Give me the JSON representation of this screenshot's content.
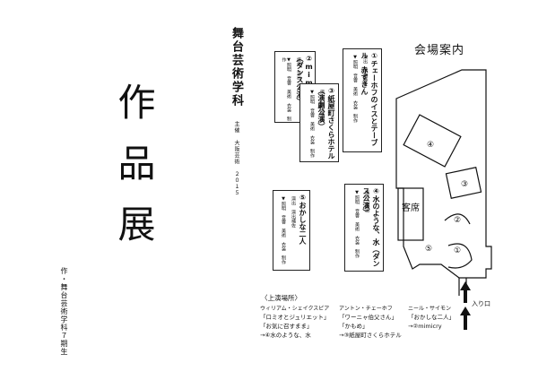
{
  "cover": {
    "title": "作品展",
    "author": "作・舞台芸術学科７期生"
  },
  "program": {
    "dept": "舞台芸術学科",
    "subtitle": "主催　大阪芸術　２０１５",
    "boxes": [
      {
        "title": "①チェーホフのイスとテーブル　赤ずきん",
        "crew": "演出　演出補佐",
        "note": "▼照明　音響　美術　衣装　制作"
      },
      {
        "title": "②mimicry（ダンス公演）",
        "crew": "振付　演出",
        "note": "▼照明　音響　美術　衣装　制作"
      },
      {
        "title": "③紙屋町さくらホテル（演劇公演）",
        "crew": "演出　演出補佐",
        "note": "▼照明　音響　美術　衣装　制作"
      },
      {
        "title": "④水のような、水（ダンス公演）",
        "crew": "振付　演出",
        "note": "▼照明　音響　美術　衣装　制作"
      },
      {
        "title": "⑤おかしな二人",
        "crew": "演出　演出補佐",
        "note": "▼照明　音響　美術　衣装　制作"
      }
    ]
  },
  "venue": {
    "title": "会場案内",
    "seating": "客席",
    "entrance": "入り口",
    "areas": [
      "①",
      "②",
      "③",
      "④",
      "⑤"
    ]
  },
  "legend": {
    "heading": "〈上演場所〉",
    "columns": [
      {
        "author": "ウィリアム・シェイクスピア",
        "works": [
          "「ロミオとジュリエット」",
          "「お気に召すまま」"
        ],
        "place": "→④水のような、水"
      },
      {
        "author": "アントン・チェーホフ",
        "works": [
          "「ワーニャ伯父さん」",
          "「かもめ」"
        ],
        "place": "→③紙屋町さくらホテル"
      },
      {
        "author": "ニール・サイモン",
        "works": [
          "「おかしな二人」"
        ],
        "place": "→②mimicry"
      }
    ]
  }
}
